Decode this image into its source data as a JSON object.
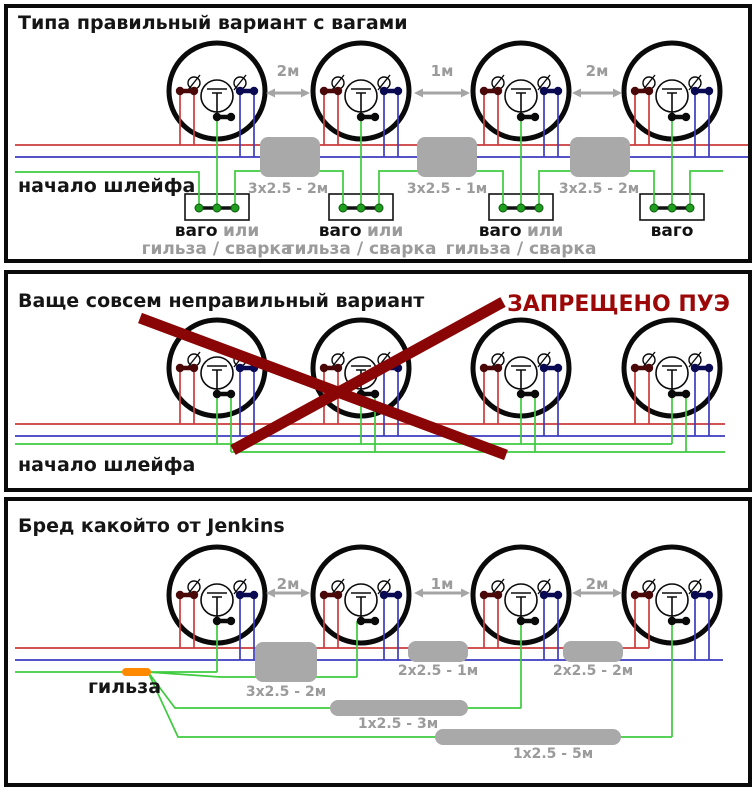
{
  "colors": {
    "wire_red": "#cc3b3b",
    "wire_blue": "#3c3cc0",
    "wire_green": "#3ecb3e",
    "terminal_maroon": "#4a0808",
    "terminal_navy": "#0a0a52",
    "terminal_black": "#0a0a0a",
    "connector_dot_green": "#1f9e1f",
    "cable_block_gray": "#a9a9a9",
    "gray_text": "#9b9b9b",
    "arrow_gray": "#a5a5a5",
    "cross_dark_red": "#8a0505",
    "forbidden_red": "#9c0808",
    "sleeve_orange": "#ff8a00",
    "ink": "#0a0a0a"
  },
  "panels": [
    {
      "title": "Типа правильный вариант с вагами",
      "loop_label": "начало шлейфа",
      "distances": [
        "2м",
        "1м",
        "2м"
      ],
      "cables": [
        "3x2.5 - 2м",
        "3x2.5 - 1м",
        "3x2.5 - 2м"
      ],
      "connectors": [
        {
          "name": "ваго",
          "or": "или",
          "alt": "гильза / сварка"
        },
        {
          "name": "ваго",
          "or": "или",
          "alt": "гильза / сварка"
        },
        {
          "name": "ваго",
          "or": "или",
          "alt": "гильза / сварка"
        },
        {
          "name": "ваго",
          "or": "",
          "alt": ""
        }
      ]
    },
    {
      "title": "Ваще совсем неправильный вариант",
      "loop_label": "начало шлейфа",
      "forbidden_label": "ЗАПРЕЩЕНО ПУЭ"
    },
    {
      "title": "Бред какойто от Jenkins",
      "sleeve_label": "гильза",
      "distances": [
        "2м",
        "1м",
        "2м"
      ],
      "cables": [
        "3x2.5 - 2м",
        "2x2.5 - 1м",
        "2x2.5 - 2м",
        "1x2.5 - 3м",
        "1x2.5 - 5м"
      ]
    }
  ]
}
